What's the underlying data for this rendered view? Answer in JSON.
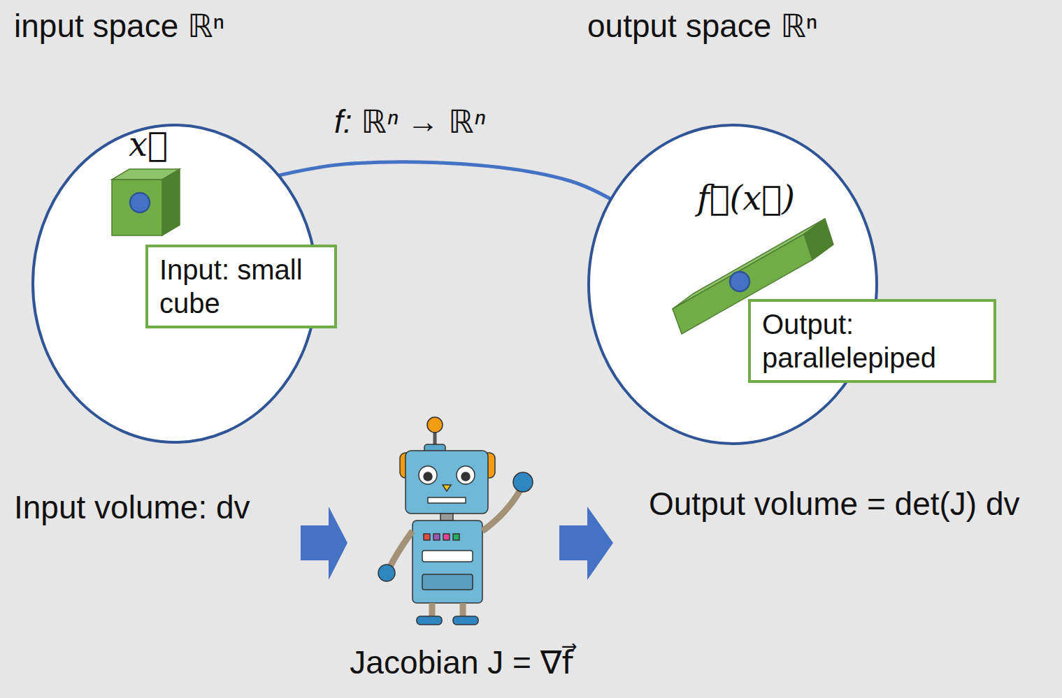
{
  "diagram": {
    "nodes": [
      {
        "text": [
          "input space ℝⁿ"
        ]
      },
      {
        "text": [
          "x⃗"
        ],
        "in": 0
      },
      {
        "text": [
          "Input: small cube"
        ],
        "in": 0
      },
      {
        "text": [
          "output space ℝⁿ"
        ]
      },
      {
        "text": [
          "f⃗(x⃗)"
        ],
        "in": 3
      },
      {
        "text": [
          "Output: parallelepiped"
        ],
        "in": 3
      }
    ],
    "edges": [
      {
        "from": 1,
        "to": 4,
        "arrow": "to",
        "label": "f: ℝⁿ → ℝⁿ"
      }
    ],
    "labels": [
      "Input volume: dv",
      "Output volume = det(J) dv",
      "Jacobian J = ∇f⃗"
    ]
  }
}
